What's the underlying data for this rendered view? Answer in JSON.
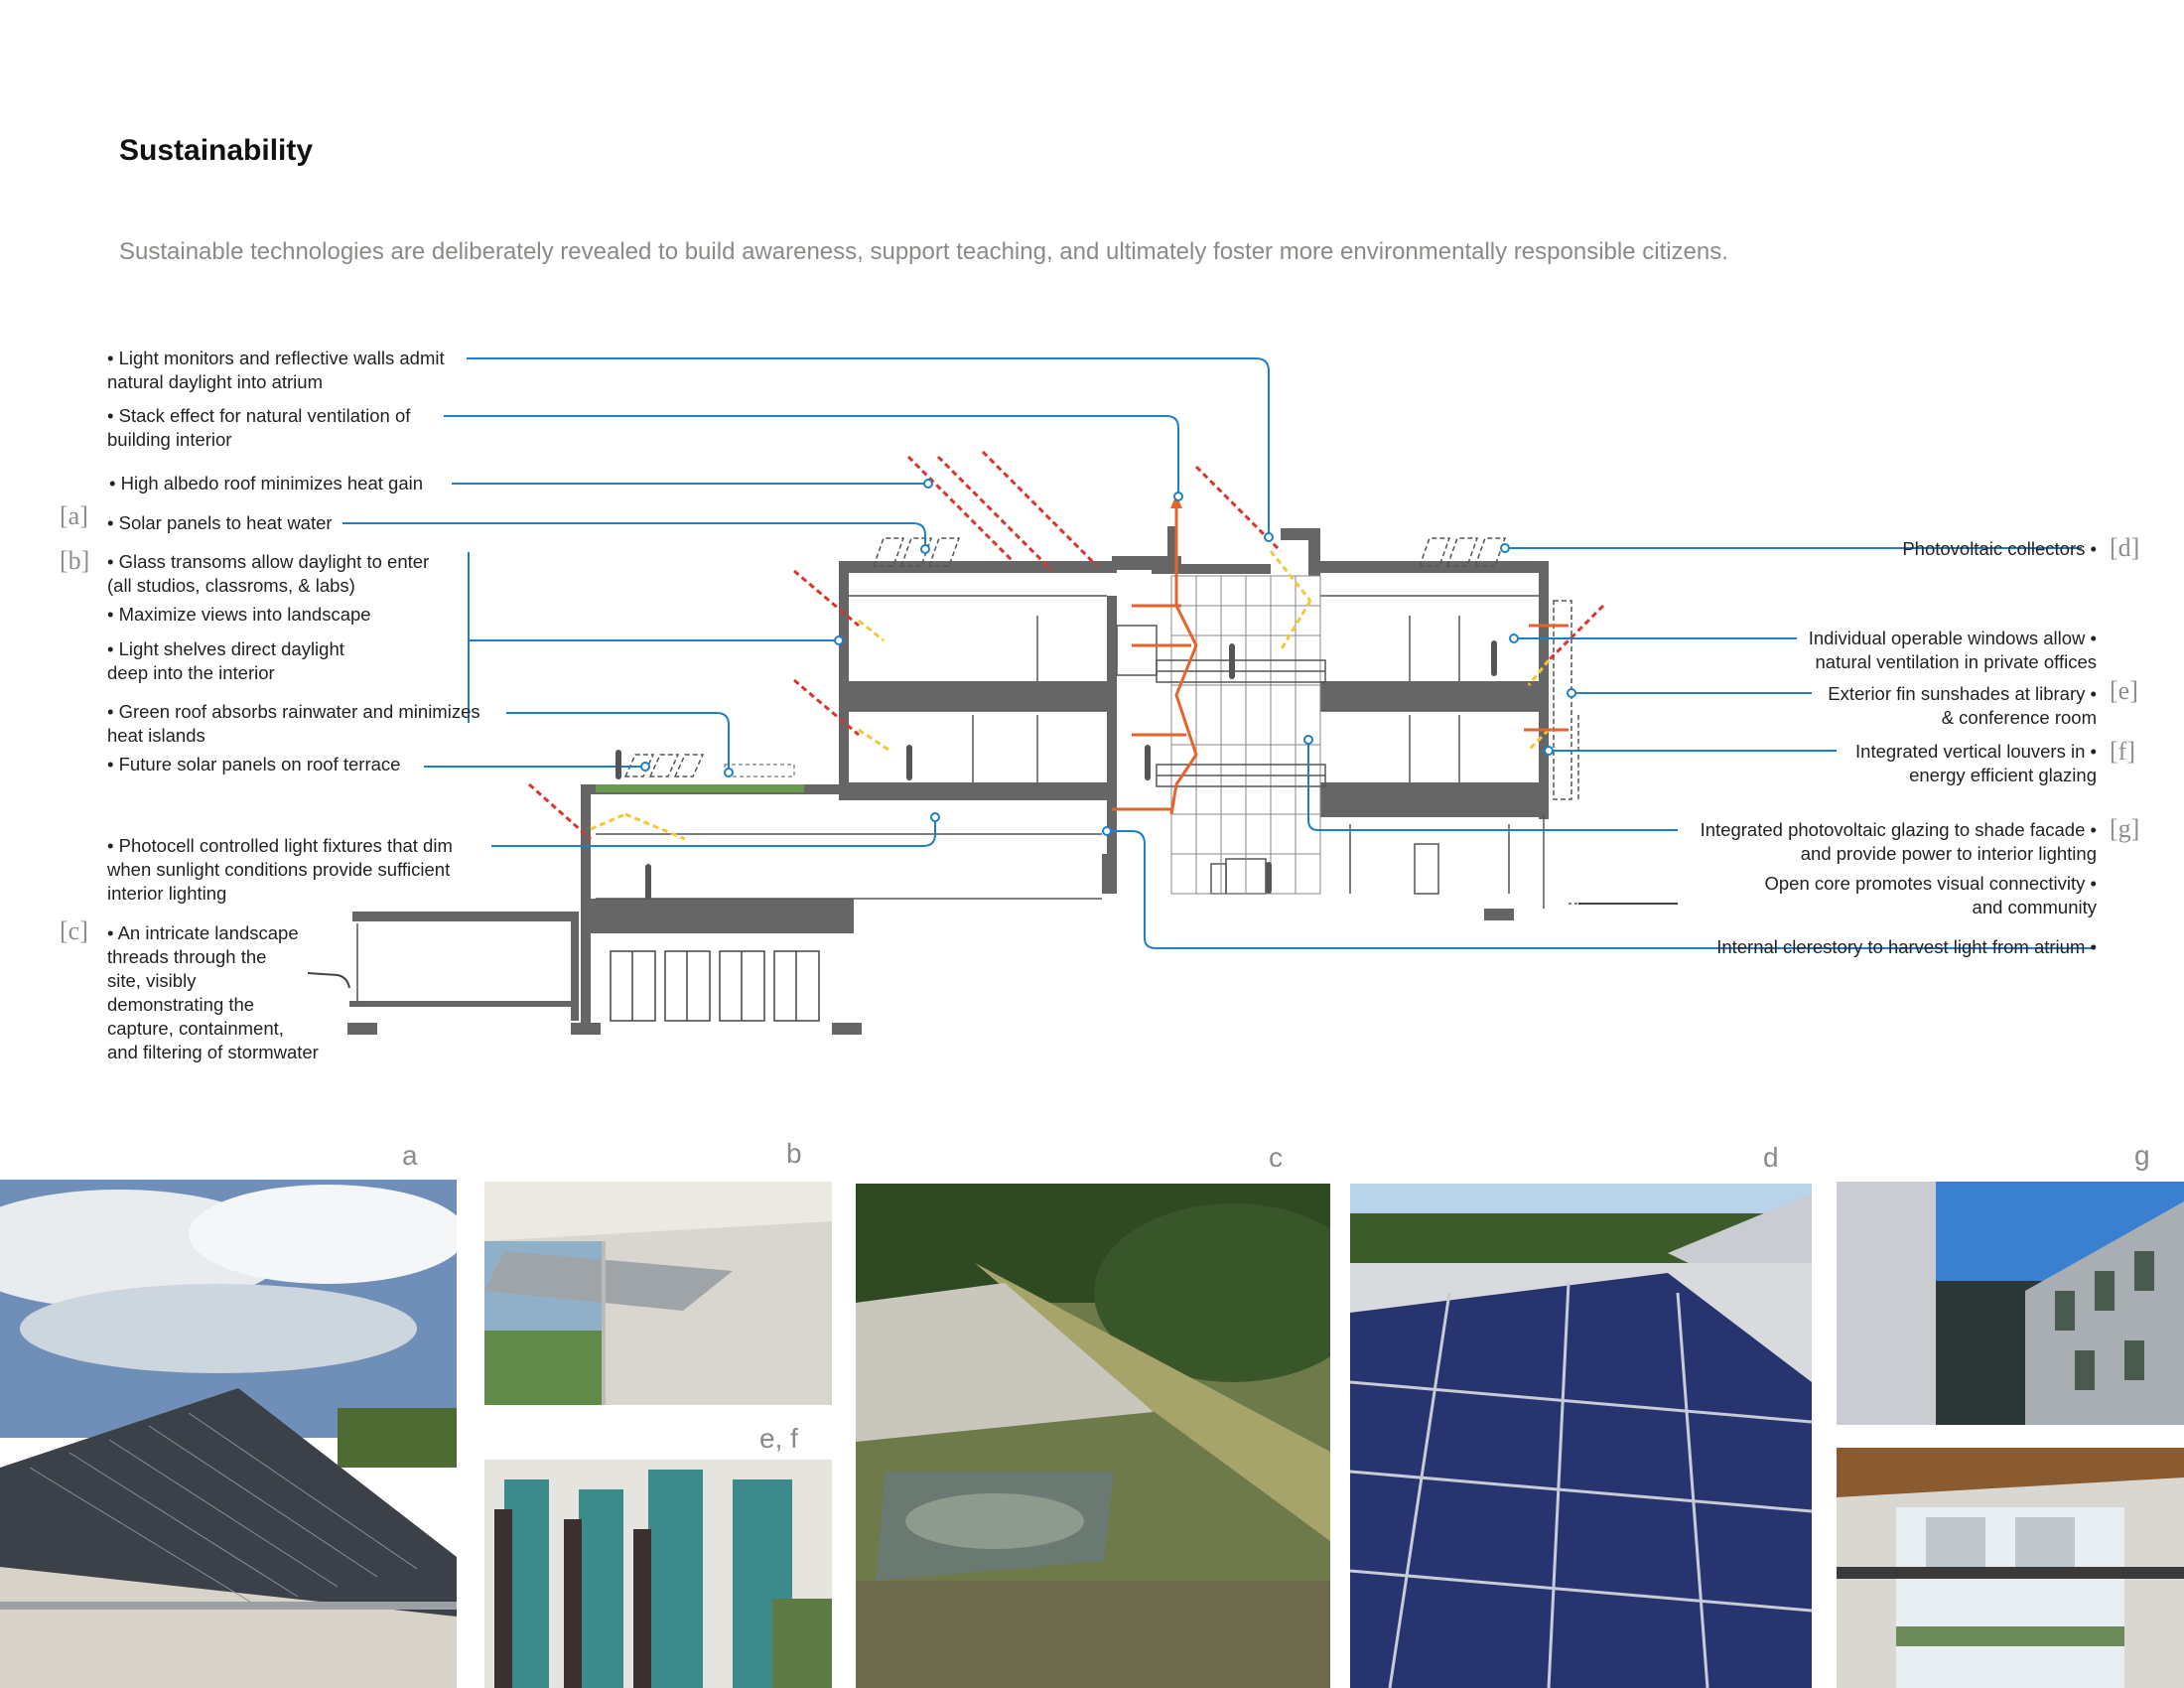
{
  "title": "Sustainability",
  "subtitle": "Sustainable technologies are deliberately revealed to build awareness, support teaching, and ultimately foster more environmentally responsible citizens.",
  "left_notes": [
    {
      "lines": [
        "• Light monitors and reflective walls admit",
        "  natural daylight into atrium"
      ]
    },
    {
      "lines": [
        "• Stack effect for natural ventilation of",
        "  building interior"
      ]
    },
    {
      "lines": [
        "• High albedo roof minimizes heat gain"
      ]
    },
    {
      "lines": [
        "• Solar panels to heat water"
      ]
    },
    {
      "lines": [
        "• Glass transoms allow daylight to enter",
        "  (all studios, classroms, & labs)"
      ]
    },
    {
      "lines": [
        "• Maximize views into landscape"
      ]
    },
    {
      "lines": [
        "• Light shelves direct daylight",
        "  deep into the interior"
      ]
    },
    {
      "lines": [
        "• Green roof absorbs rainwater and minimizes",
        "  heat islands"
      ]
    },
    {
      "lines": [
        "• Future solar panels on roof terrace"
      ]
    },
    {
      "lines": [
        "• Photocell controlled light fixtures that dim",
        "  when sunlight conditions provide sufficient",
        "  interior lighting"
      ]
    },
    {
      "lines": [
        "• An intricate landscape",
        "  threads through the",
        "  site, visibly",
        "  demonstrating the",
        "  capture, containment,",
        "  and filtering of stormwater"
      ]
    }
  ],
  "right_notes": [
    {
      "lines": [
        "Photovoltaic collectors •"
      ]
    },
    {
      "lines": [
        "Individual operable windows allow •",
        "natural ventilation in private offices"
      ]
    },
    {
      "lines": [
        "Exterior fin sunshades at library •",
        "& conference room"
      ]
    },
    {
      "lines": [
        "Integrated vertical louvers in •",
        "energy efficient glazing"
      ]
    },
    {
      "lines": [
        "Integrated photovoltaic glazing to shade facade •",
        "and provide power to interior lighting"
      ]
    },
    {
      "lines": [
        "Open core promotes visual connectivity •",
        "and community"
      ]
    },
    {
      "lines": [
        "Internal clerestory to harvest light from atrium •"
      ]
    }
  ],
  "tags": {
    "a": "[a]",
    "b": "[b]",
    "c": "[c]",
    "d": "[d]",
    "e": "[e]",
    "f": "[f]",
    "g": "[g]"
  },
  "photo_labels": {
    "a": "a",
    "b": "b",
    "ef": "e, f",
    "c": "c",
    "d": "d",
    "g": "g"
  },
  "colors": {
    "leader": "#1f7fc4",
    "sun": "#d9362b",
    "light": "#f2c73a",
    "air": "#e8632a",
    "structure": "#666666",
    "caption": "#8a8a86"
  }
}
